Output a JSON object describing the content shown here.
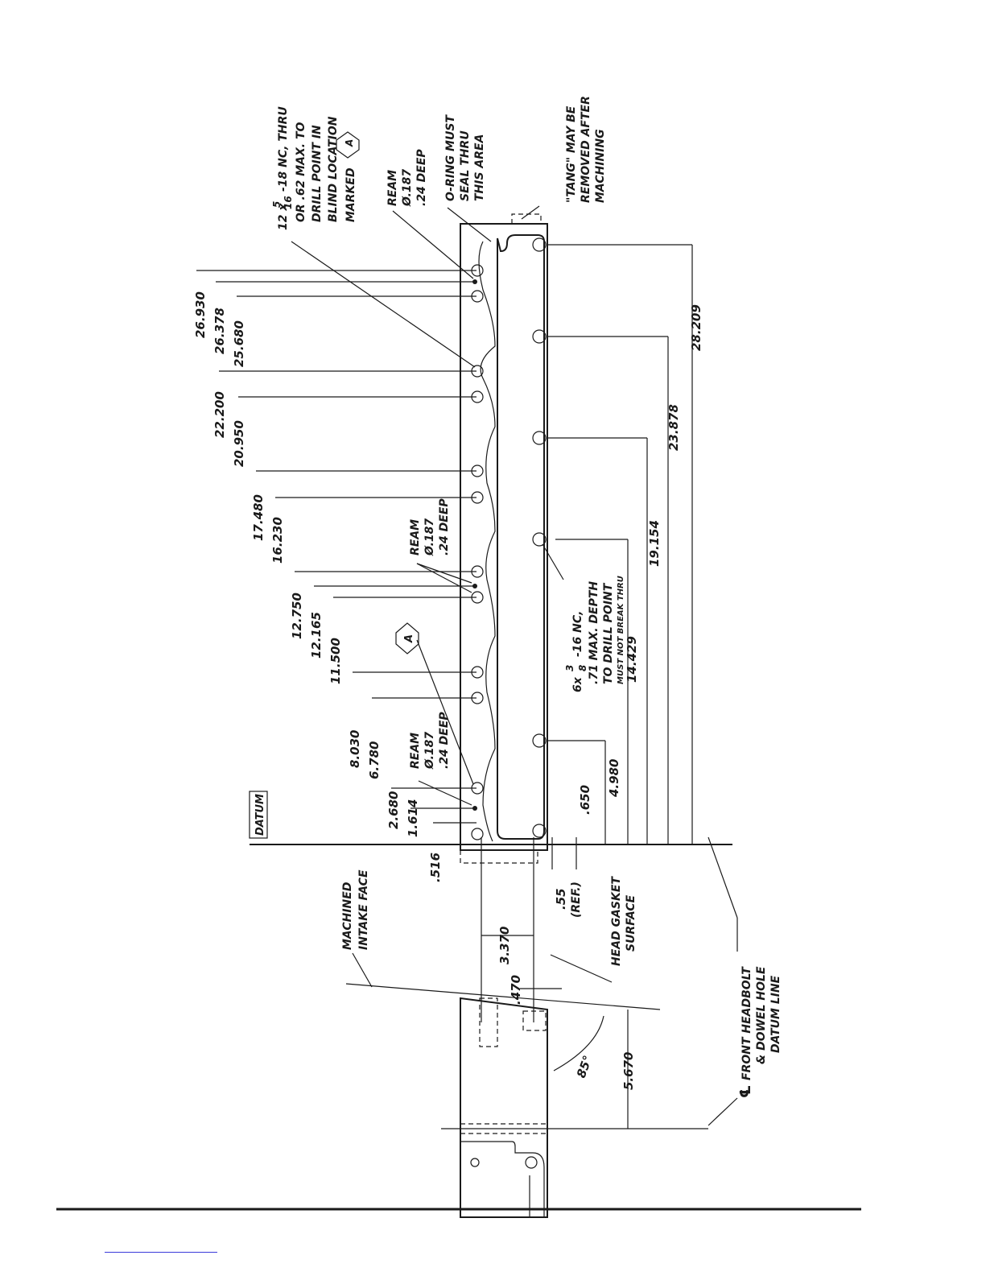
{
  "datum_label": "DATUM",
  "marker_a": "A",
  "notes": {
    "tapped_holes": [
      "-18 NC, THRU",
      "OR .62 MAX. TO",
      "DRILL POINT IN",
      "BLIND LOCATION",
      "MARKED"
    ],
    "tapped_count": "12 x",
    "tapped_num": "5",
    "tapped_den": "16",
    "ream_top": [
      "REAM",
      "Ø.187",
      ".24 DEEP"
    ],
    "ream_mid": [
      "REAM",
      "Ø.187",
      ".24 DEEP"
    ],
    "ream_low": [
      "REAM",
      "Ø.187",
      ".24 DEEP"
    ],
    "oring": [
      "O-RING MUST",
      "SEAL THRU",
      "THIS AREA"
    ],
    "tang": [
      "\"TANG\" MAY BE",
      "REMOVED AFTER",
      "MACHINING"
    ],
    "bottom_holes": [
      "-16 NC,",
      ".71 MAX. DEPTH",
      "TO DRILL POINT",
      "MUST NOT BREAK THRU"
    ],
    "bottom_count": "6x",
    "bottom_num": "3",
    "bottom_den": "8",
    "intake_face": [
      "MACHINED",
      "INTAKE FACE"
    ],
    "gasket": [
      "HEAD GASKET",
      "SURFACE"
    ],
    "datum_line": [
      "FRONT HEADBOLT",
      "& DOWEL HOLE",
      "DATUM LINE"
    ],
    "centerline_symbol": "℄"
  },
  "top_dims": [
    ".516",
    "1.614",
    "2.680",
    "6.780",
    "8.030",
    "11.500",
    "12.165",
    "12.750",
    "16.230",
    "17.480",
    "20.950",
    "22.200",
    "25.680",
    "26.378",
    "26.930"
  ],
  "bottom_dims": [
    ".650",
    "4.980",
    "14.429",
    "19.154",
    "23.878",
    "28.209"
  ],
  "other_dims": {
    "d3370": "3.370",
    "d470": ".470",
    "d55": ".55",
    "d55ref": "(REF.)",
    "d5670": "5.670",
    "angle": "85°"
  }
}
